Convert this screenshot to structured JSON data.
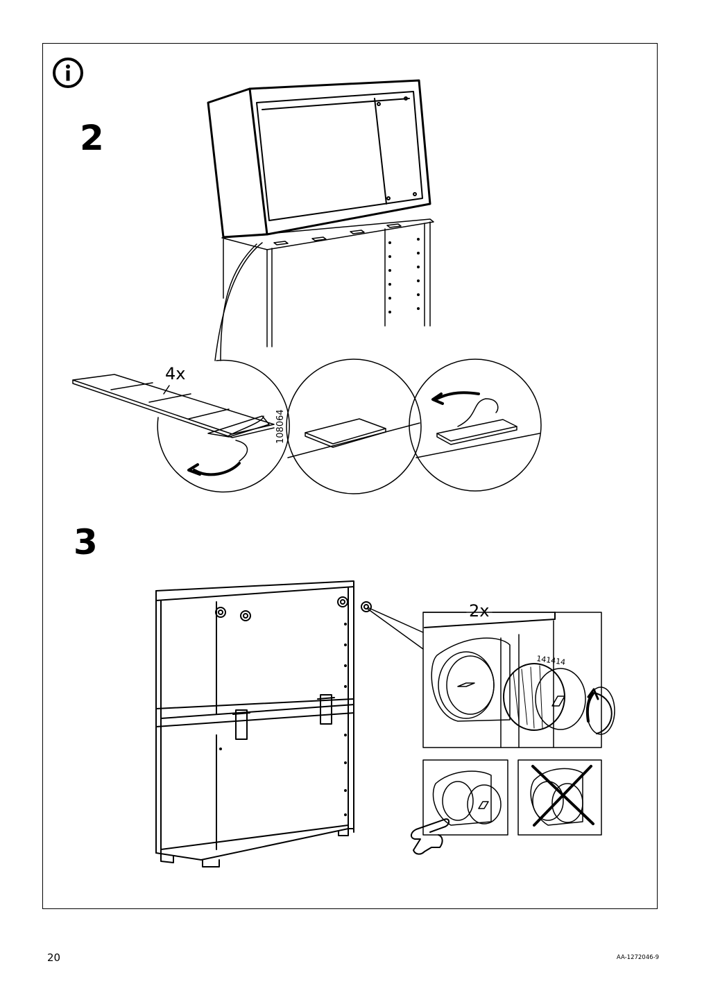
{
  "page": {
    "number": "20",
    "doc_code": "AA-1272046-9"
  },
  "steps": [
    {
      "number": "2",
      "quantity_label": "4x",
      "part_number": "108064"
    },
    {
      "number": "3",
      "quantity_label": "2x",
      "part_number": "141414"
    }
  ],
  "icons": {
    "info": "info-icon",
    "rotate_arrow": "rotate-arrow-icon",
    "peel_arrow": "peel-arrow-icon",
    "pointing_hand": "pointing-hand-icon",
    "cross_mark": "cross-mark-icon"
  }
}
